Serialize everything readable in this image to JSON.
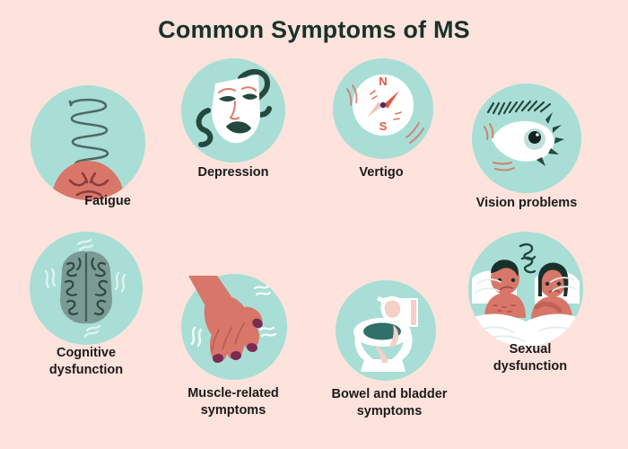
{
  "title": "Common Symptoms of MS",
  "colors": {
    "background": "#FDE3DC",
    "circle_teal": "#A8DED5",
    "title_text": "#18322B",
    "label_text": "#1B1B1B",
    "skin": "#D9766A",
    "skin_light": "#E08C7C",
    "accent_red": "#E2583F",
    "dark_teal": "#4A6A63",
    "brain_gray": "#7B9A93",
    "white": "#FFFFFF",
    "nail_purple": "#7B2B52"
  },
  "symptoms": [
    {
      "id": "fatigue",
      "label": "Fatigue",
      "icon": "tired-head-with-sleep-spiral-icon",
      "row": 1,
      "column": 1
    },
    {
      "id": "depression",
      "label": "Depression",
      "icon": "sad-theater-mask-icon",
      "row": 1,
      "column": 2
    },
    {
      "id": "vertigo",
      "label": "Vertigo",
      "icon": "spinning-compass-icon",
      "row": 1,
      "column": 3
    },
    {
      "id": "vision-problems",
      "label": "Vision problems",
      "icon": "eye-icon",
      "row": 1,
      "column": 4
    },
    {
      "id": "cognitive-dysfunction",
      "label": "Cognitive\ndysfunction",
      "icon": "brain-icon",
      "row": 2,
      "column": 1
    },
    {
      "id": "muscle-related-symptoms",
      "label": "Muscle-related\nsymptoms",
      "icon": "trembling-hand-icon",
      "row": 2,
      "column": 2
    },
    {
      "id": "bowel-and-bladder-symptoms",
      "label": "Bowel and bladder\nsymptoms",
      "icon": "toilet-icon",
      "row": 2,
      "column": 3
    },
    {
      "id": "sexual-dysfunction",
      "label": "Sexual\ndysfunction",
      "icon": "couple-in-bed-icon",
      "row": 2,
      "column": 4
    }
  ]
}
